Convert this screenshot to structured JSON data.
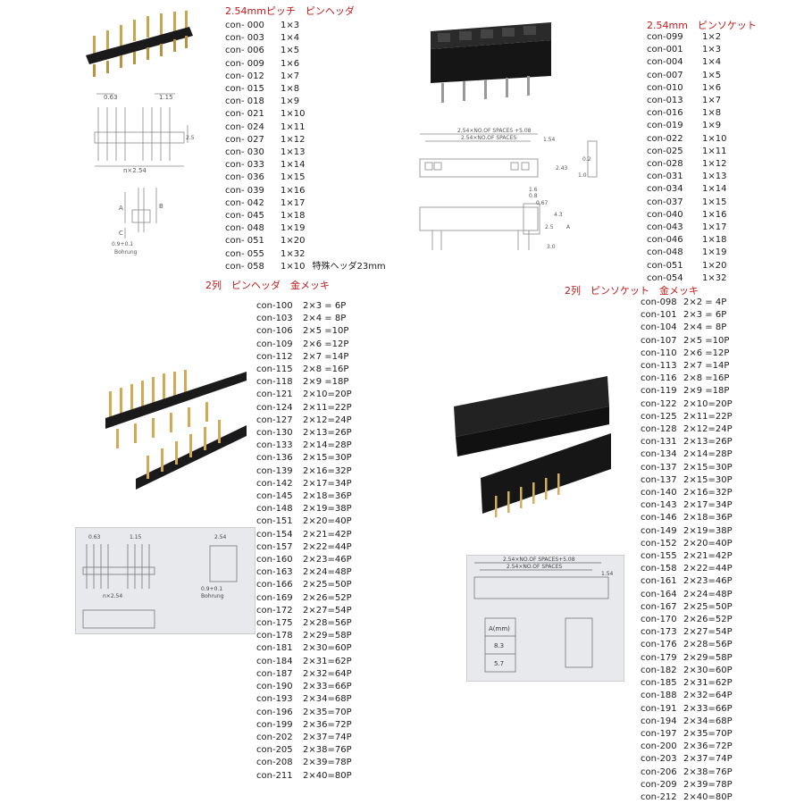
{
  "sections": {
    "pin_header_1row": {
      "title": "2.54mmピッチ　ピンヘッダ",
      "items": [
        {
          "code": "con- 000",
          "size": "1×3"
        },
        {
          "code": "con- 003",
          "size": "1×4"
        },
        {
          "code": "con- 006",
          "size": "1×5"
        },
        {
          "code": "con- 009",
          "size": "1×6"
        },
        {
          "code": "con- 012",
          "size": "1×7"
        },
        {
          "code": "con- 015",
          "size": "1×8"
        },
        {
          "code": "con- 018",
          "size": "1×9"
        },
        {
          "code": "con- 021",
          "size": "1×10"
        },
        {
          "code": "con- 024",
          "size": "1×11"
        },
        {
          "code": "con- 027",
          "size": "1×12"
        },
        {
          "code": "con- 030",
          "size": "1×13"
        },
        {
          "code": "con- 033",
          "size": "1×14"
        },
        {
          "code": "con- 036",
          "size": "1×15"
        },
        {
          "code": "con- 039",
          "size": "1×16"
        },
        {
          "code": "con- 042",
          "size": "1×17"
        },
        {
          "code": "con- 045",
          "size": "1×18"
        },
        {
          "code": "con- 048",
          "size": "1×19"
        },
        {
          "code": "con- 051",
          "size": "1×20"
        },
        {
          "code": "con- 055",
          "size": "1×32"
        },
        {
          "code": "con- 058",
          "size": "1×10",
          "note": "特殊ヘッダ23mm"
        }
      ]
    },
    "pin_socket_1row": {
      "title": "2.54mm　ピンソケット",
      "items": [
        {
          "code": "con-099",
          "size": "1×2"
        },
        {
          "code": "con-001",
          "size": "1×3"
        },
        {
          "code": "con-004",
          "size": "1×4"
        },
        {
          "code": "con-007",
          "size": "1×5"
        },
        {
          "code": "con-010",
          "size": "1×6"
        },
        {
          "code": "con-013",
          "size": "1×7"
        },
        {
          "code": "con-016",
          "size": "1×8"
        },
        {
          "code": "con-019",
          "size": "1×9"
        },
        {
          "code": "con-022",
          "size": "1×10"
        },
        {
          "code": "con-025",
          "size": "1×11"
        },
        {
          "code": "con-028",
          "size": "1×12"
        },
        {
          "code": "con-031",
          "size": "1×13"
        },
        {
          "code": "con-034",
          "size": "1×14"
        },
        {
          "code": "con-037",
          "size": "1×15"
        },
        {
          "code": "con-040",
          "size": "1×16"
        },
        {
          "code": "con-043",
          "size": "1×17"
        },
        {
          "code": "con-046",
          "size": "1×18"
        },
        {
          "code": "con-048",
          "size": "1×19"
        },
        {
          "code": "con-051",
          "size": "1×20"
        },
        {
          "code": "con-054",
          "size": "1×32"
        }
      ]
    },
    "pin_header_2row": {
      "title": "2列　ピンヘッダ　金メッキ",
      "items": [
        {
          "code": "con-100",
          "size": "2×3 = 6P"
        },
        {
          "code": "con-103",
          "size": "2×4 = 8P"
        },
        {
          "code": "con-106",
          "size": "2×5 =10P"
        },
        {
          "code": "con-109",
          "size": "2×6 =12P"
        },
        {
          "code": "con-112",
          "size": "2×7 =14P"
        },
        {
          "code": "con-115",
          "size": "2×8 =16P"
        },
        {
          "code": "con-118",
          "size": "2×9 =18P"
        },
        {
          "code": "con-121",
          "size": "2×10=20P"
        },
        {
          "code": "con-124",
          "size": "2×11=22P"
        },
        {
          "code": "con-127",
          "size": "2×12=24P"
        },
        {
          "code": "con-130",
          "size": "2×13=26P"
        },
        {
          "code": "con-133",
          "size": "2×14=28P"
        },
        {
          "code": "con-136",
          "size": "2×15=30P"
        },
        {
          "code": "con-139",
          "size": "2×16=32P"
        },
        {
          "code": "con-142",
          "size": "2×17=34P"
        },
        {
          "code": "con-145",
          "size": "2×18=36P"
        },
        {
          "code": "con-148",
          "size": "2×19=38P"
        },
        {
          "code": "con-151",
          "size": "2×20=40P"
        },
        {
          "code": "con-154",
          "size": "2×21=42P"
        },
        {
          "code": "con-157",
          "size": "2×22=44P"
        },
        {
          "code": "con-160",
          "size": "2×23=46P"
        },
        {
          "code": "con-163",
          "size": "2×24=48P"
        },
        {
          "code": "con-166",
          "size": "2×25=50P"
        },
        {
          "code": "con-169",
          "size": "2×26=52P"
        },
        {
          "code": "con-172",
          "size": "2×27=54P"
        },
        {
          "code": "con-175",
          "size": "2×28=56P"
        },
        {
          "code": "con-178",
          "size": "2×29=58P"
        },
        {
          "code": "con-181",
          "size": "2×30=60P"
        },
        {
          "code": "con-184",
          "size": "2×31=62P"
        },
        {
          "code": "con-187",
          "size": "2×32=64P"
        },
        {
          "code": "con-190",
          "size": "2×33=66P"
        },
        {
          "code": "con-193",
          "size": "2×34=68P"
        },
        {
          "code": "con-196",
          "size": "2×35=70P"
        },
        {
          "code": "con-199",
          "size": "2×36=72P"
        },
        {
          "code": "con-202",
          "size": "2×37=74P"
        },
        {
          "code": "con-205",
          "size": "2×38=76P"
        },
        {
          "code": "con-208",
          "size": "2×39=78P"
        },
        {
          "code": "con-211",
          "size": "2×40=80P"
        }
      ]
    },
    "pin_socket_2row": {
      "title": "2列　ピンソケット　金メッキ",
      "items": [
        {
          "code": "con-098",
          "size": "2×2 = 4P"
        },
        {
          "code": "con-101",
          "size": "2×3 = 6P"
        },
        {
          "code": "con-104",
          "size": "2×4 = 8P"
        },
        {
          "code": "con-107",
          "size": "2×5 =10P"
        },
        {
          "code": "con-110",
          "size": "2×6 =12P"
        },
        {
          "code": "con-113",
          "size": "2×7 =14P"
        },
        {
          "code": "con-116",
          "size": "2×8 =16P"
        },
        {
          "code": "con-119",
          "size": "2×9 =18P"
        },
        {
          "code": "con-122",
          "size": "2×10=20P"
        },
        {
          "code": "con-125",
          "size": "2×11=22P"
        },
        {
          "code": "con-128",
          "size": "2×12=24P"
        },
        {
          "code": "con-131",
          "size": "2×13=26P"
        },
        {
          "code": "con-134",
          "size": "2×14=28P"
        },
        {
          "code": "con-137",
          "size": "2×15=30P"
        },
        {
          "code": "con-137",
          "size": "2×15=30P"
        },
        {
          "code": "con-140",
          "size": "2×16=32P"
        },
        {
          "code": "con-143",
          "size": "2×17=34P"
        },
        {
          "code": "con-146",
          "size": "2×18=36P"
        },
        {
          "code": "con-149",
          "size": "2×19=38P"
        },
        {
          "code": "con-152",
          "size": "2×20=40P"
        },
        {
          "code": "con-155",
          "size": "2×21=42P"
        },
        {
          "code": "con-158",
          "size": "2×22=44P"
        },
        {
          "code": "con-161",
          "size": "2×23=46P"
        },
        {
          "code": "con-164",
          "size": "2×24=48P"
        },
        {
          "code": "con-167",
          "size": "2×25=50P"
        },
        {
          "code": "con-170",
          "size": "2×26=52P"
        },
        {
          "code": "con-173",
          "size": "2×27=54P"
        },
        {
          "code": "con-176",
          "size": "2×28=56P"
        },
        {
          "code": "con-179",
          "size": "2×29=58P"
        },
        {
          "code": "con-182",
          "size": "2×30=60P"
        },
        {
          "code": "con-185",
          "size": "2×31=62P"
        },
        {
          "code": "con-188",
          "size": "2×32=64P"
        },
        {
          "code": "con-191",
          "size": "2×33=66P"
        },
        {
          "code": "con-194",
          "size": "2×34=68P"
        },
        {
          "code": "con-197",
          "size": "2×35=70P"
        },
        {
          "code": "con-200",
          "size": "2×36=72P"
        },
        {
          "code": "con-203",
          "size": "2×37=74P"
        },
        {
          "code": "con-206",
          "size": "2×38=76P"
        },
        {
          "code": "con-209",
          "size": "2×39=78P"
        },
        {
          "code": "con-212",
          "size": "2×40=80P"
        }
      ]
    }
  },
  "drawings": {
    "header_pin_dia": "0.63",
    "header_width": "1.15",
    "header_pitch": "n×2.54",
    "header_height": "2.5",
    "bohrung": "Bohrung",
    "bohrung_dim": "0.9+0.1",
    "dim_a": "A",
    "dim_b": "B",
    "dim_c": "C",
    "socket_spaces_total": "2.54×NO.OF SPACES +5.08",
    "socket_spaces": "2.54×NO.OF SPACES",
    "socket_w": "1.54",
    "socket_243": "2.43",
    "socket_10": "1.0",
    "socket_02": "0.2",
    "socket_16": "1.6",
    "socket_08": "0.8",
    "socket_067": "0.67",
    "socket_43": "4.3",
    "socket_25": "2.5",
    "socket_30": "3.0",
    "photo_a_header": "A(mm)",
    "photo_a_val1": "8.3",
    "photo_a_val2": "5.7",
    "photo_254": "2.54",
    "photo_socket_total": "2.54×NO.OF SPACES+5.08",
    "photo_socket_spaces": "2.54×NO.OF SPACES",
    "photo_socket_w": "1.54"
  }
}
